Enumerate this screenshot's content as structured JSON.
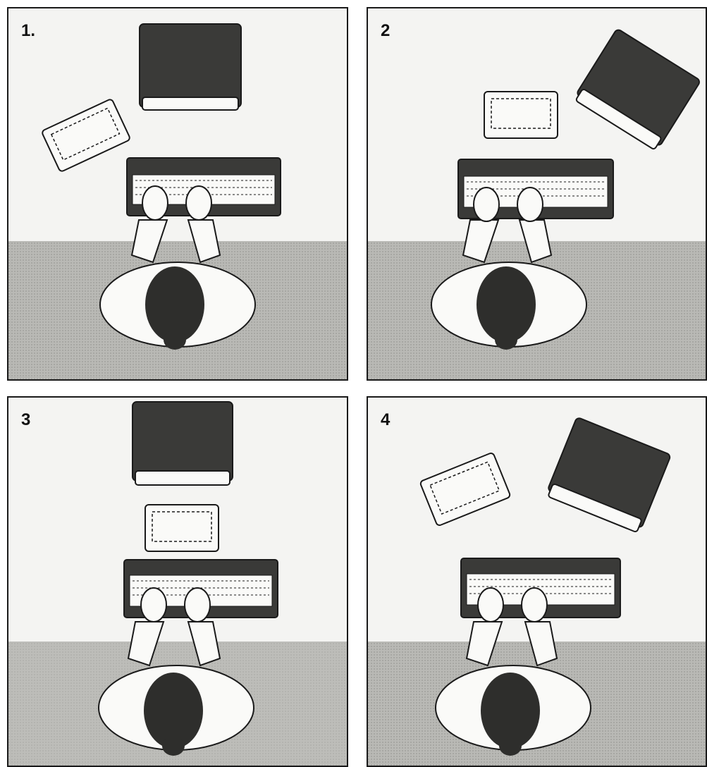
{
  "panels": [
    {
      "label": "1."
    },
    {
      "label": "2"
    },
    {
      "label": "3"
    },
    {
      "label": "4"
    }
  ],
  "colors": {
    "floor": "#b4b4b0",
    "wall": "#f4f4f2",
    "ink": "#1a1a1a",
    "monitor": "#3a3a38",
    "hair": "#2e2e2c",
    "paper": "#fafaf8"
  },
  "icons": [
    "monitor-icon",
    "document-holder-icon",
    "keyboard-icon",
    "person-icon"
  ]
}
